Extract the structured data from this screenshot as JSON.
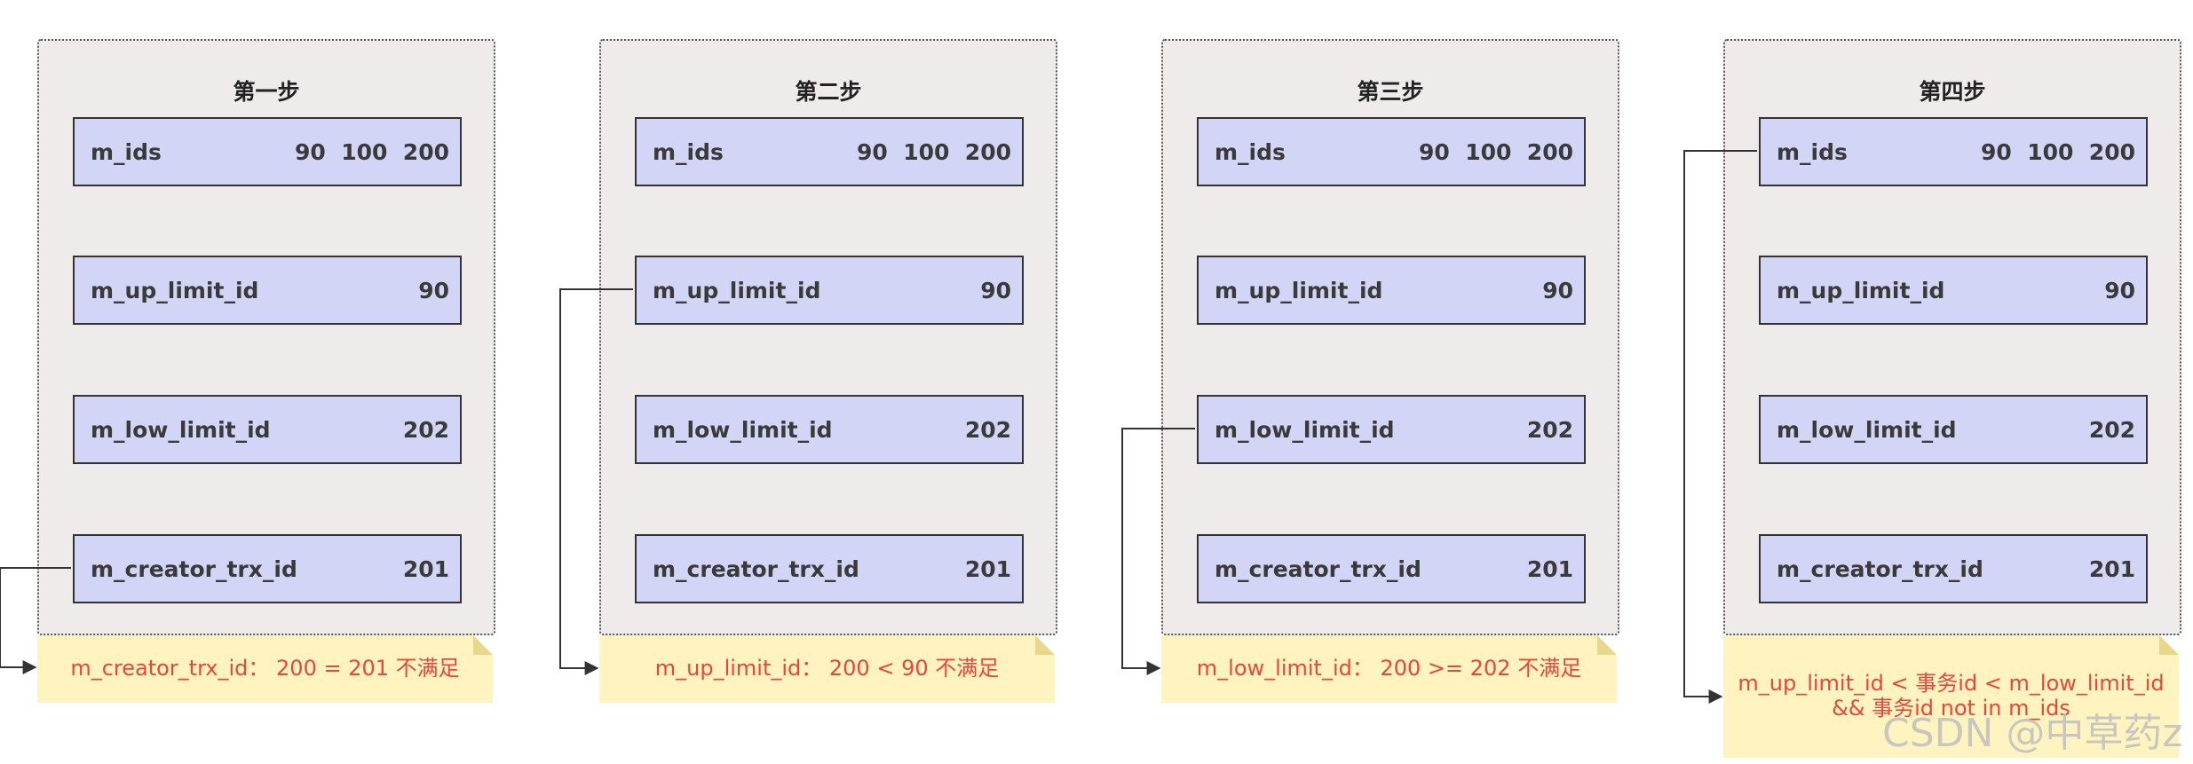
{
  "steps": [
    {
      "title": "第一步",
      "fields": [
        {
          "label": "m_ids",
          "value": "90  100  200"
        },
        {
          "label": "m_up_limit_id",
          "value": "90"
        },
        {
          "label": "m_low_limit_id",
          "value": "202"
        },
        {
          "label": "m_creator_trx_id",
          "value": "201"
        }
      ],
      "note": "m_creator_trx_id： 200 = 201 不满足"
    },
    {
      "title": "第二步",
      "fields": [
        {
          "label": "m_ids",
          "value": "90  100  200"
        },
        {
          "label": "m_up_limit_id",
          "value": "90"
        },
        {
          "label": "m_low_limit_id",
          "value": "202"
        },
        {
          "label": "m_creator_trx_id",
          "value": "201"
        }
      ],
      "note": "m_up_limit_id： 200 < 90 不满足"
    },
    {
      "title": "第三步",
      "fields": [
        {
          "label": "m_ids",
          "value": "90  100  200"
        },
        {
          "label": "m_up_limit_id",
          "value": "90"
        },
        {
          "label": "m_low_limit_id",
          "value": "202"
        },
        {
          "label": "m_creator_trx_id",
          "value": "201"
        }
      ],
      "note": "m_low_limit_id： 200 >= 202 不满足"
    },
    {
      "title": "第四步",
      "fields": [
        {
          "label": "m_ids",
          "value": "90  100  200"
        },
        {
          "label": "m_up_limit_id",
          "value": "90"
        },
        {
          "label": "m_low_limit_id",
          "value": "202"
        },
        {
          "label": "m_creator_trx_id",
          "value": "201"
        }
      ],
      "note": "m_up_limit_id < 事务id < m_low_limit_id && 事务id not in m_ids"
    }
  ],
  "watermark": "CSDN @中草药z",
  "colors": {
    "panel": "#efebea",
    "field": "#d3d5f6",
    "note": "#fff4c0",
    "note_text": "#e8463a"
  }
}
